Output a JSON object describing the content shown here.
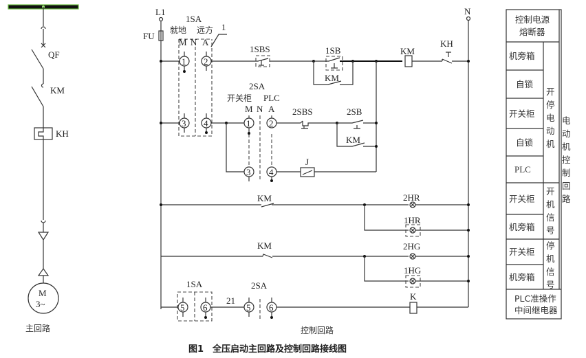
{
  "main_circuit": {
    "title": "主回路",
    "breaker_label": "QF",
    "contactor_label": "KM",
    "thermal_relay_label": "KH",
    "motor_symbol": "M",
    "motor_phase": "3~"
  },
  "control_circuit": {
    "title": "控制回路",
    "phase_label": "L1",
    "neutral_label": "N",
    "fuse_label": "FU",
    "sa1": {
      "label": "1SA",
      "pos_local": "就地",
      "pos_remote": "远方",
      "callout": "1",
      "col_m": "M",
      "col_n": "N",
      "col_a": "A",
      "terminals": [
        "1",
        "2",
        "3",
        "4",
        "5",
        "6"
      ]
    },
    "sa2": {
      "label": "2SA",
      "pos_switchgear": "开关柜",
      "pos_plc": "PLC",
      "col_m": "M",
      "col_n": "N",
      "col_a": "A",
      "terminals": [
        "1",
        "2",
        "3",
        "4",
        "5",
        "6"
      ]
    },
    "components": {
      "sbs1": "1SBS",
      "sb1": "1SB",
      "km_coil": "KM",
      "kh_contact": "KH",
      "km_aux1": "KM",
      "sbs2": "2SBS",
      "sb2": "2SB",
      "km_aux2": "KM",
      "relay_j": "J",
      "km_run": "KM",
      "lamp_2hr": "2HR",
      "lamp_1hr": "1HR",
      "km_stop": "KM",
      "lamp_2hg": "2HG",
      "lamp_1hg": "1HG",
      "relay_k": "K",
      "wire_21": "21"
    }
  },
  "legend_table": {
    "fuse_row": [
      "控制电源",
      "熔断器"
    ],
    "rows_left": [
      "机旁箱",
      "自锁",
      "开关柜",
      "自锁",
      "PLC",
      "开关柜",
      "机旁箱",
      "开关柜",
      "机旁箱"
    ],
    "group_start_stop": "开停电动机",
    "group_run_signal": "开机信号",
    "group_stop_signal": "停机信号",
    "group_motor_control": "电动机控制回路",
    "bottom_row": [
      "PLC准操作",
      "中间继电器"
    ]
  },
  "caption": "图1　全压启动主回路及控制回路接线图"
}
